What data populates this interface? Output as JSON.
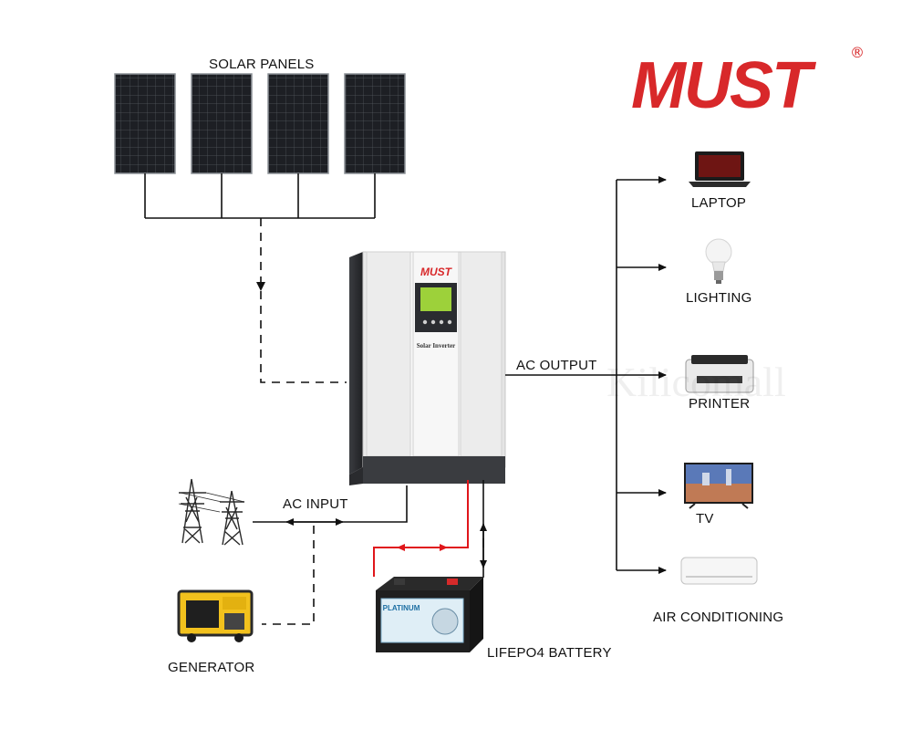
{
  "brand": {
    "logo_text": "MUST",
    "registered_mark": "®"
  },
  "watermark": "Kilicomall",
  "labels": {
    "solar_panels": "SOLAR PANELS",
    "ac_output": "AC OUTPUT",
    "ac_input": "AC INPUT",
    "generator": "GENERATOR",
    "battery": "LIFEPO4 BATTERY",
    "laptop": "LAPTOP",
    "lighting": "LIGHTING",
    "printer": "PRINTER",
    "tv": "TV",
    "air_conditioning": "AIR CONDITIONING"
  },
  "inverter": {
    "logo": "MUST",
    "model_text": "Solar Inverter"
  },
  "battery_face": {
    "label_text": "PLATINUM"
  },
  "colors": {
    "brand_red": "#d8282a",
    "wire": "#111111",
    "battery_wire": "#e0161b"
  }
}
